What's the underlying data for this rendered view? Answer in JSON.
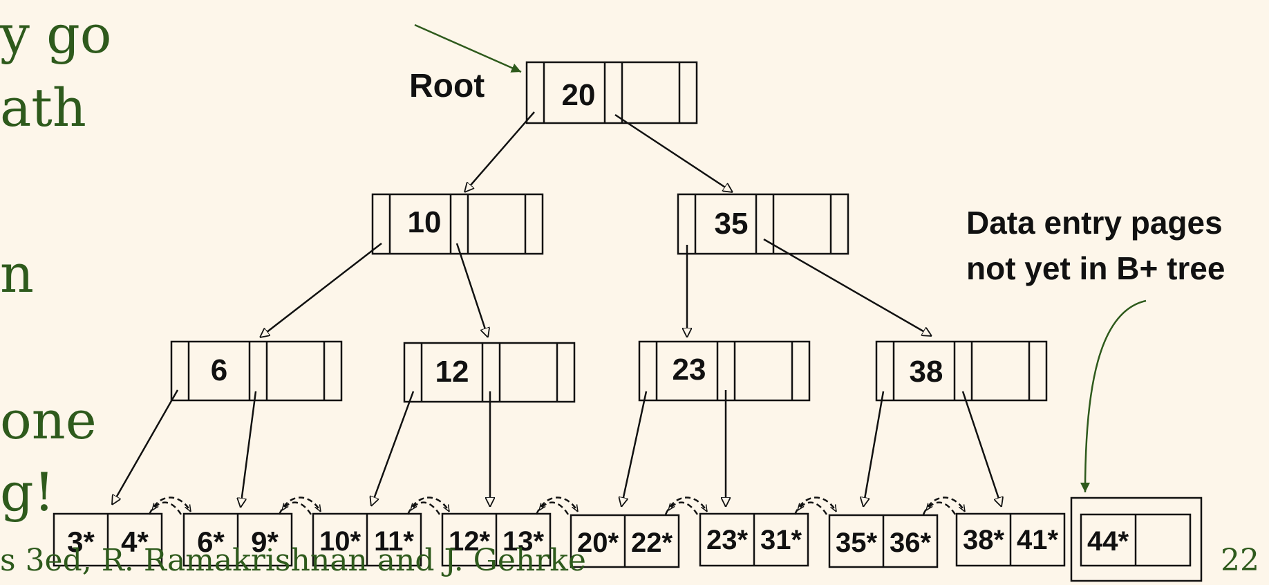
{
  "slide_text": {
    "line1": "y go",
    "line2": "ath",
    "line3": "n",
    "line4": "one",
    "line5": "g!"
  },
  "footer": {
    "credit": "s 3ed,  R. Ramakrishnan and J. Gehrke",
    "page_number": "22"
  },
  "diagram": {
    "root_label": "Root",
    "note_line1": "Data entry pages",
    "note_line2": "not yet in B+ tree",
    "root_node": "20",
    "level1_nodes": [
      "10",
      "35"
    ],
    "level2_nodes": [
      "6",
      "12",
      "23",
      "38"
    ],
    "leaf_pages": [
      [
        "3*",
        "4*"
      ],
      [
        "6*",
        "9*"
      ],
      [
        "10*",
        "11*"
      ],
      [
        "12*",
        "13*"
      ],
      [
        "20*",
        "22*"
      ],
      [
        "23*",
        "31*"
      ],
      [
        "35*",
        "36*"
      ],
      [
        "38*",
        "41*"
      ]
    ],
    "pending_page": [
      "44*",
      ""
    ],
    "colors": {
      "green": "#2e5a1c",
      "ink": "#111111",
      "background": "#fdf6ea"
    }
  }
}
